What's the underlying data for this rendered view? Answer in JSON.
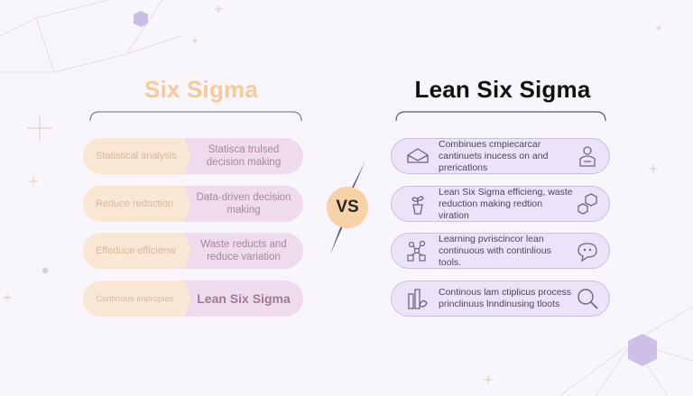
{
  "left": {
    "title": "Six Sigma",
    "rows": [
      {
        "a": "Statisticał analysis",
        "b": "Statisca trulsed decision making"
      },
      {
        "a": "Reduce reduction",
        "b": "Data-driven decision making"
      },
      {
        "a": "Effeduce efficienw",
        "b": "Waste reducts and reduce variation"
      },
      {
        "a": "Continous impropies",
        "b": "Lean Six Sigma"
      }
    ]
  },
  "right": {
    "title": "Lean Six Sigma",
    "rows": [
      {
        "text": "Combinues cmpiecarcar cantinuets inucess on and prericatlons",
        "icon_left": "envelope-icon",
        "icon_right": "person-icon"
      },
      {
        "text": "Lean Six Sigma efficieng, waste reduction making redtion viration",
        "icon_left": "plant-icon",
        "icon_right": "hexagon-link-icon"
      },
      {
        "text": "Learning pvriscincor lean continuous with continlious tools.",
        "icon_left": "network-icon",
        "icon_right": "chat-bubble-icon"
      },
      {
        "text": "Continous lam ctiplicus process princlinuus lnndinusing tloots",
        "icon_left": "chart-icon",
        "icon_right": "magnifier-icon"
      }
    ]
  },
  "vs_label": "VS",
  "colors": {
    "left_title": "#f6c99a",
    "left_seg_a": "#fae7d3",
    "left_seg_b": "#eedbee",
    "right_row": "#ebe4f8",
    "vs_badge": "#f6d2a6",
    "hexagon": "#c9bde6"
  }
}
